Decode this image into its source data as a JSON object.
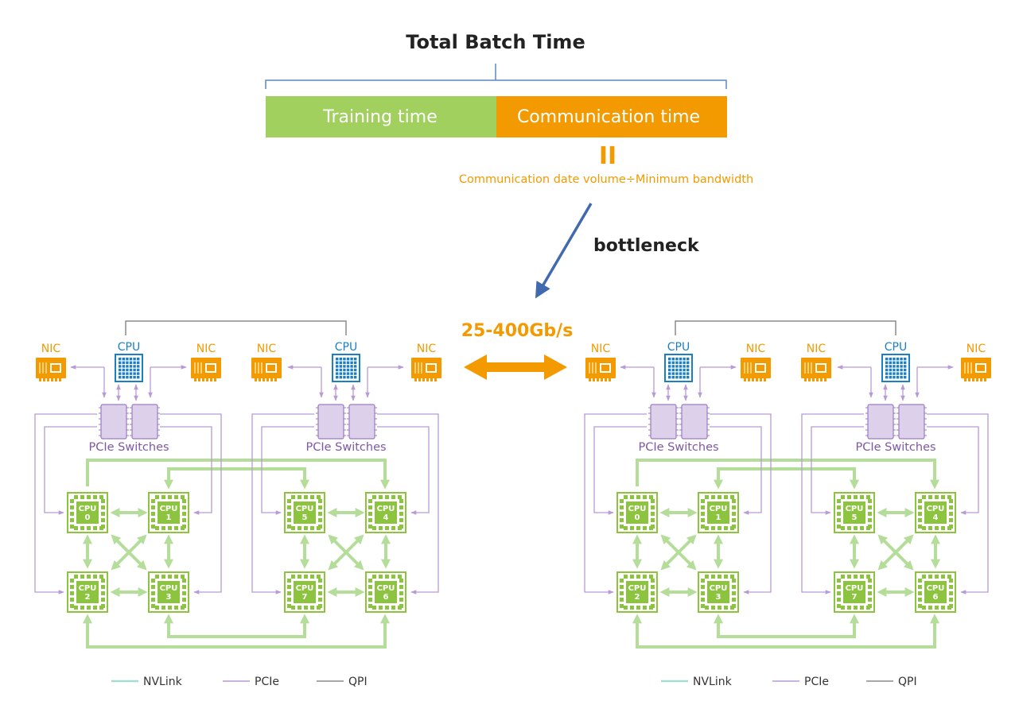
{
  "title": "Total Batch Time",
  "bar": {
    "training_label": "Training time",
    "communication_label": "Communication time",
    "training_color": "#a1d05e",
    "communication_color": "#f39a00"
  },
  "equals_sign": "II",
  "formula": "Communication date volume÷Minimum bandwidth",
  "bottleneck_label": "bottleneck",
  "bandwidth_label": "25-400Gb/s",
  "labels": {
    "nic": "NIC",
    "cpu": "CPU",
    "pcie_switches": "PCIe Switches",
    "gpu_chip": "CPU"
  },
  "gpu_numbers": [
    "0",
    "1",
    "2",
    "3",
    "5",
    "4",
    "7",
    "6"
  ],
  "legend": {
    "nvlink": "NVLink",
    "pcie": "PCIe",
    "qpi": "QPI"
  },
  "colors": {
    "nvlink": "#b5dd9a",
    "nvlink_legend": "#a7dcd0",
    "pcie": "#b79ad6",
    "qpi": "#8c8c8c",
    "gpu": "#8cc43f",
    "cpu": "#1b7fc6",
    "nic": "#f39a00",
    "switch": "#ddd0ea",
    "arrow": "#4169b0"
  }
}
